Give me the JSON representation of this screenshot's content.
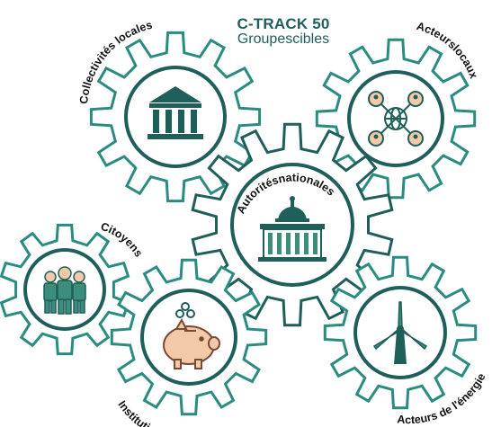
{
  "header": {
    "title": "C-TRACK 50",
    "subtitle": "Groupescibles"
  },
  "colors": {
    "teal": "#2a8c7f",
    "dark_teal": "#1f5f5a",
    "icon_green": "#3c8d7a",
    "piggy": "#f3c9a8",
    "piggy_outline": "#7a4a36",
    "white": "#ffffff"
  },
  "groups": [
    {
      "id": "collectivites",
      "label": "Collectivités locales",
      "icon": "bank-building-icon"
    },
    {
      "id": "acteurs-locaux",
      "label": "Acteurslocaux",
      "icon": "network-globe-people-icon"
    },
    {
      "id": "autorites",
      "label": "Autoritésnationales",
      "icon": "capitol-building-icon"
    },
    {
      "id": "citoyens",
      "label": "Citoyens",
      "icon": "people-group-icon"
    },
    {
      "id": "institutions",
      "label": "Institutions financières",
      "icon": "piggy-bank-icon"
    },
    {
      "id": "energie",
      "label": "Acteurs de l'énergie",
      "icon": "wind-turbine-icon"
    }
  ]
}
